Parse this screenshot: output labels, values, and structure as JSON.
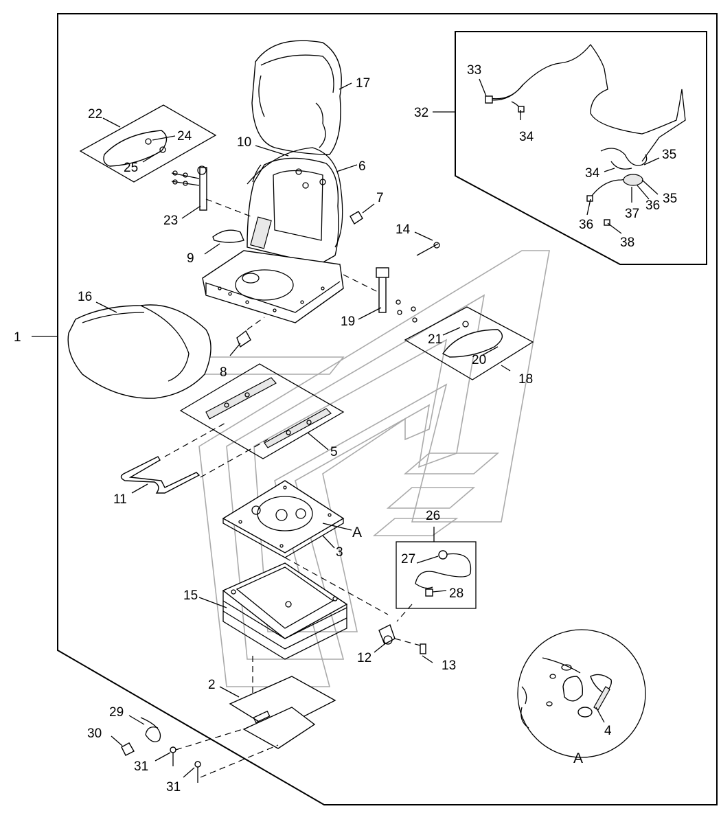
{
  "diagram": {
    "labels": {
      "p1": "1",
      "p2": "2",
      "p3": "3",
      "p4": "4",
      "p5": "5",
      "p6": "6",
      "p7": "7",
      "p8": "8",
      "p9": "9",
      "p10": "10",
      "p11": "11",
      "p12": "12",
      "p13": "13",
      "p14": "14",
      "p15": "15",
      "p16": "16",
      "p17": "17",
      "p18": "18",
      "p19": "19",
      "p20": "20",
      "p21": "21",
      "p22": "22",
      "p23": "23",
      "p24": "24",
      "p25": "25",
      "p26": "26",
      "p27": "27",
      "p28": "28",
      "p29": "29",
      "p30": "30",
      "p31a": "31",
      "p31b": "31",
      "p32": "32",
      "p33": "33",
      "p34a": "34",
      "p34b": "34",
      "p35a": "35",
      "p35b": "35",
      "p36a": "36",
      "p36b": "36",
      "p37": "37",
      "p38": "38",
      "detailA1": "A",
      "detailA2": "A"
    }
  }
}
